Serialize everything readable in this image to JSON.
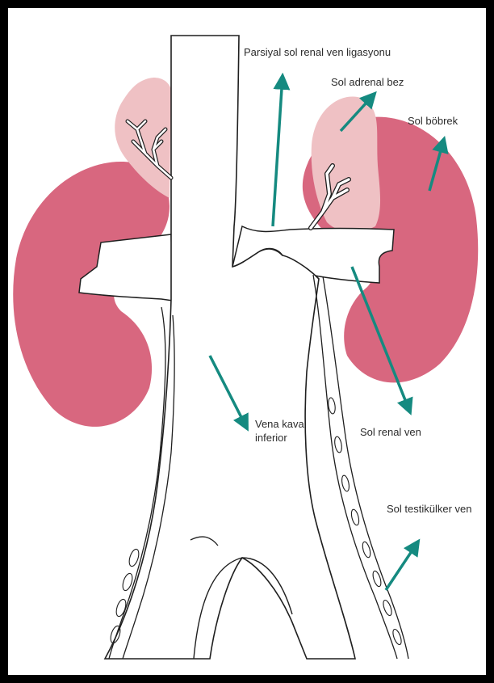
{
  "labels": {
    "partial_left_renal_vein_ligation": "Parsiyal sol renal ven ligasyonu",
    "left_adrenal_gland": "Sol adrenal bez",
    "left_kidney": "Sol böbrek",
    "left_renal_vein": "Sol renal ven",
    "inferior_vena_cava": "Vena kava inferior",
    "left_testicular_vein": "Sol testikülker ven"
  },
  "colors": {
    "frame": "#000000",
    "kidney": "#d8677f",
    "adrenal": "#efc1c4",
    "arrow": "#158a80",
    "outline": "#1f1f1f"
  }
}
